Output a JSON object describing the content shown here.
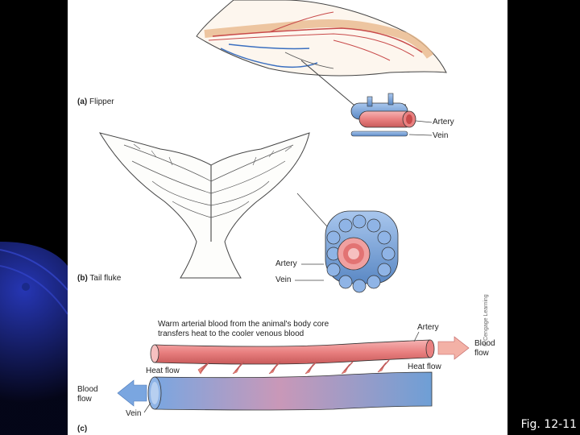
{
  "figure": {
    "caption": "Fig. 12-11",
    "credit": "© Cengage Learning"
  },
  "panel_a": {
    "tag": "(a)",
    "title": "Flipper",
    "artery_label": "Artery",
    "vein_label": "Vein"
  },
  "panel_b": {
    "tag": "(b)",
    "title": "Tail fluke",
    "artery_label": "Artery",
    "vein_label": "Vein"
  },
  "panel_c": {
    "tag": "(c)",
    "description_line1": "Warm arterial blood from the animal's body core",
    "description_line2": "transfers heat to the cooler venous blood",
    "artery_label": "Artery",
    "heat_flow_left": "Heat flow",
    "heat_flow_right": "Heat flow",
    "blood_flow_right_line1": "Blood",
    "blood_flow_right_line2": "flow",
    "blood_flow_left_line1": "Blood",
    "blood_flow_left_line2": "flow",
    "vein_label": "Vein"
  },
  "colors": {
    "artery": "#e98080",
    "vein": "#6e9fd6",
    "slide_bg": "#000000",
    "accent_blue": "#1a2a8a"
  }
}
